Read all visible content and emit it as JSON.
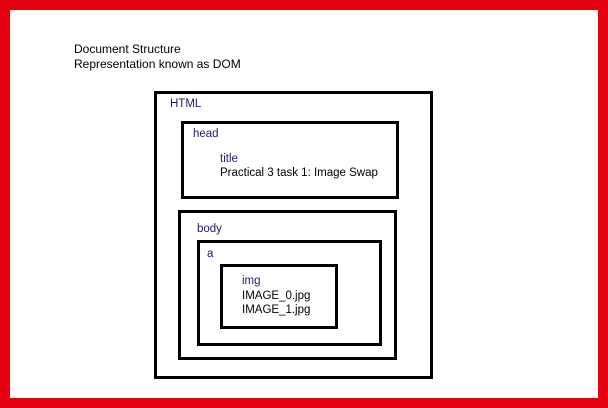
{
  "caption": {
    "line1": "Document Structure",
    "line2": "Representation known as DOM"
  },
  "html_node": {
    "label": "HTML"
  },
  "head_node": {
    "label": "head",
    "title_node": {
      "label": "title",
      "text": "Practical 3 task 1: Image Swap"
    }
  },
  "body_node": {
    "label": "body",
    "a_node": {
      "label": "a",
      "img_node": {
        "label": "img",
        "sources": [
          "IMAGE_0.jpg",
          "IMAGE_1.jpg"
        ]
      }
    }
  },
  "colors": {
    "frame_border": "#e3000f",
    "tag_label": "#1f1a6e",
    "box_border": "#000000"
  }
}
